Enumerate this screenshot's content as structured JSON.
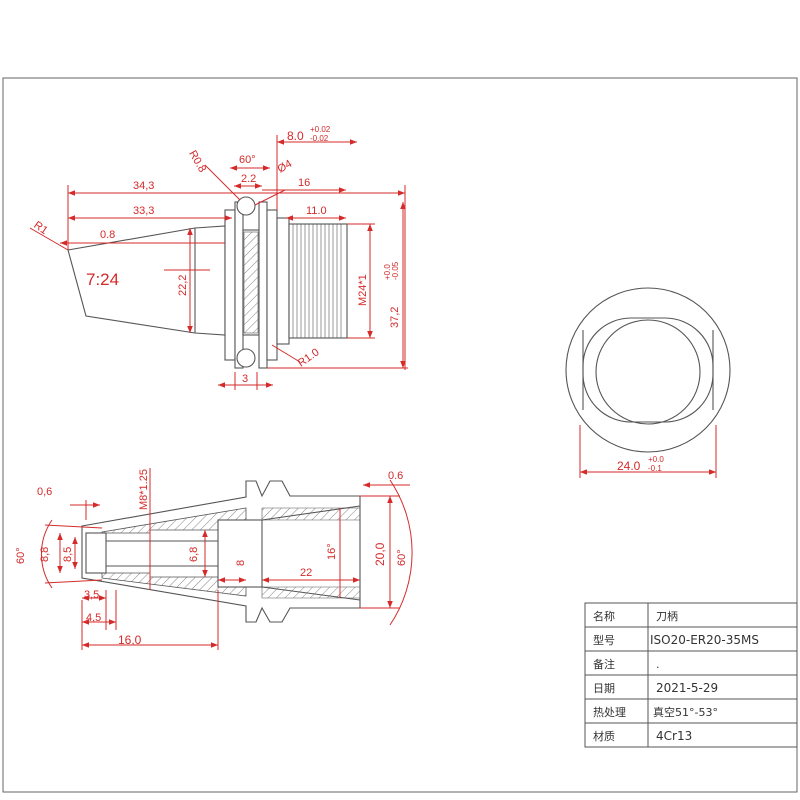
{
  "dimensions": {
    "d_8_0": "8.0",
    "tol_8_upper": "+0.02",
    "tol_8_lower": "-0.02",
    "r08": "R0.8",
    "angle60_top": "60°",
    "phi4": "Ø4",
    "d_2_2": "2.2",
    "d_16_top": "16",
    "d_34_3": "34,3",
    "d_33_3": "33,3",
    "d_11_0": "11.0",
    "r1_left": "R1",
    "d_0_8": "0.8",
    "taper_ratio": "7:24",
    "d_22_2": "22,2",
    "thread_m24": "M24*1",
    "tol_m24_upper": "+0.0",
    "tol_m24_lower": "-0.05",
    "d_37_2": "37,2",
    "r1_0": "R1.0",
    "d_3": "3",
    "d_24_0": "24.0",
    "tol_24_upper": "+0.0",
    "tol_24_lower": "-0.1",
    "d_0_6_left": "0,6",
    "thread_m8": "M8*1.25",
    "d_0_6_right": "0.6",
    "angle60_left": "60°",
    "d_8_8": "8,8",
    "d_8_5": "8,5",
    "d_6_8": "6,8",
    "d_8_small": "8",
    "angle16": "16°",
    "d_22_bottom": "22",
    "d_20_0": "20,0",
    "angle60_right": "60°",
    "d_3_5": "3,5",
    "d_4_5": "4,5",
    "d_16_0": "16,0"
  },
  "title_block": {
    "rows": [
      {
        "label": "名称",
        "value": "刀柄"
      },
      {
        "label": "型号",
        "value": "ISO20-ER20-35MS"
      },
      {
        "label": "备注",
        "value": "."
      },
      {
        "label": "日期",
        "value": "2021-5-29"
      },
      {
        "label": "热处理",
        "value": "真空51°-53°"
      },
      {
        "label": "材质",
        "value": "4Cr13"
      }
    ]
  }
}
